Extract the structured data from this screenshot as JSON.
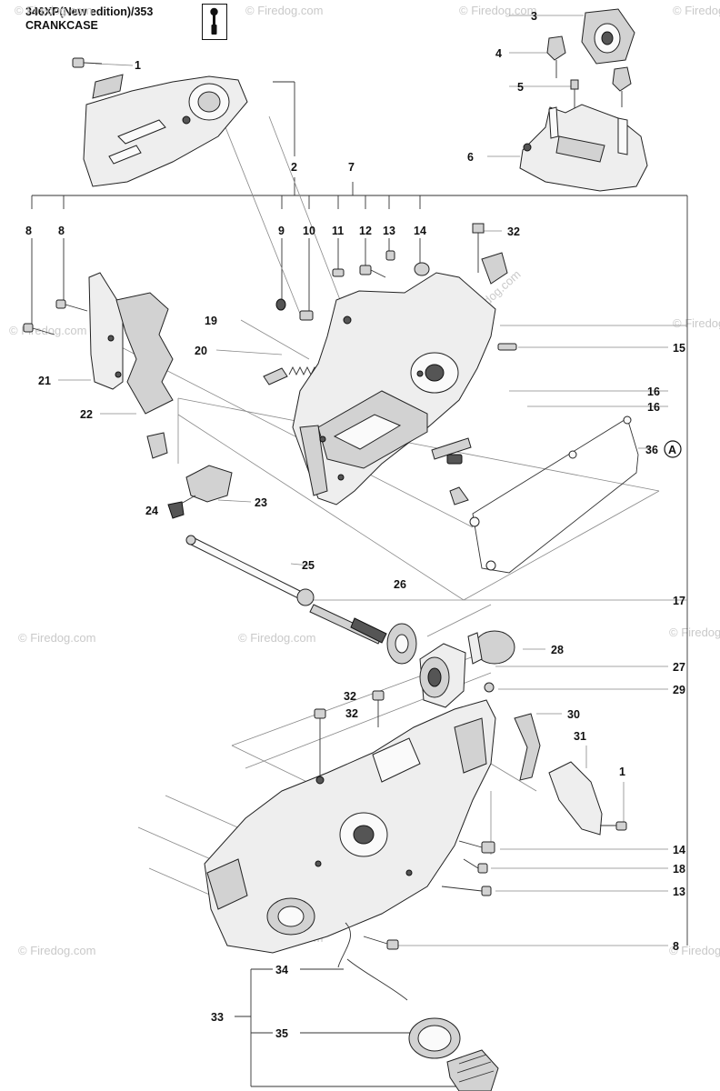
{
  "header": {
    "model": "346XP(New edition)/353",
    "section": "CRANKCASE"
  },
  "icons": {
    "tool": "wrench-screwdriver-icon"
  },
  "watermark": "© Firedog.com",
  "callouts": {
    "c1a": "1",
    "c3": "3",
    "c4": "4",
    "c5": "5",
    "c6": "6",
    "c2": "2",
    "c7": "7",
    "c8a": "8",
    "c8b": "8",
    "c9": "9",
    "c10": "10",
    "c11": "11",
    "c12": "12",
    "c13a": "13",
    "c14a": "14",
    "c32a": "32",
    "c15": "15",
    "c16a": "16",
    "c16b": "16",
    "c36": "36",
    "cA": "A",
    "c19": "19",
    "c20": "20",
    "c21": "21",
    "c22": "22",
    "c23": "23",
    "c24": "24",
    "c25": "25",
    "c26": "26",
    "c17": "17",
    "c28": "28",
    "c27": "27",
    "c29": "29",
    "c32b": "32",
    "c32c": "32",
    "c30": "30",
    "c31": "31",
    "c1b": "1",
    "c14b": "14",
    "c18": "18",
    "c13b": "13",
    "c8c": "8",
    "c34": "34",
    "c33": "33",
    "c35": "35"
  }
}
